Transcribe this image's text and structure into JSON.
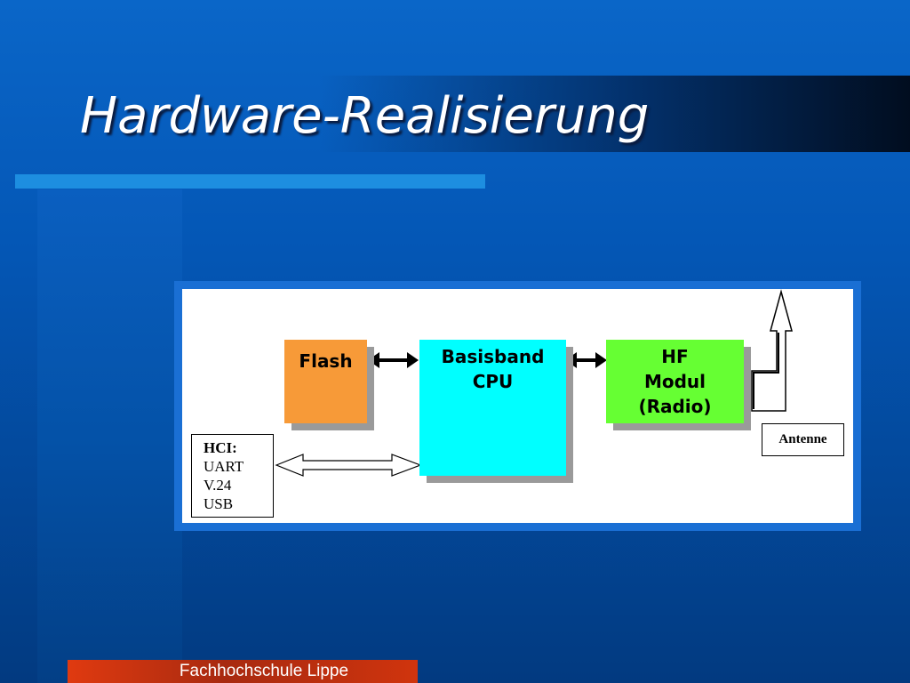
{
  "slide": {
    "title": "Hardware-Realisierung",
    "footer": "Fachhochschule Lippe"
  },
  "diagram": {
    "flash": "Flash",
    "cpu": [
      "Basisband",
      "CPU"
    ],
    "hf": [
      "HF",
      "Modul",
      "(Radio)"
    ],
    "hci": {
      "title": "HCI:",
      "items": [
        "UART",
        "V.24",
        "USB"
      ]
    },
    "antenne": "Antenne"
  },
  "colors": {
    "flash": "#f79a38",
    "cpu": "#00ffff",
    "hf": "#66ff33",
    "footer": "#d0340d"
  }
}
